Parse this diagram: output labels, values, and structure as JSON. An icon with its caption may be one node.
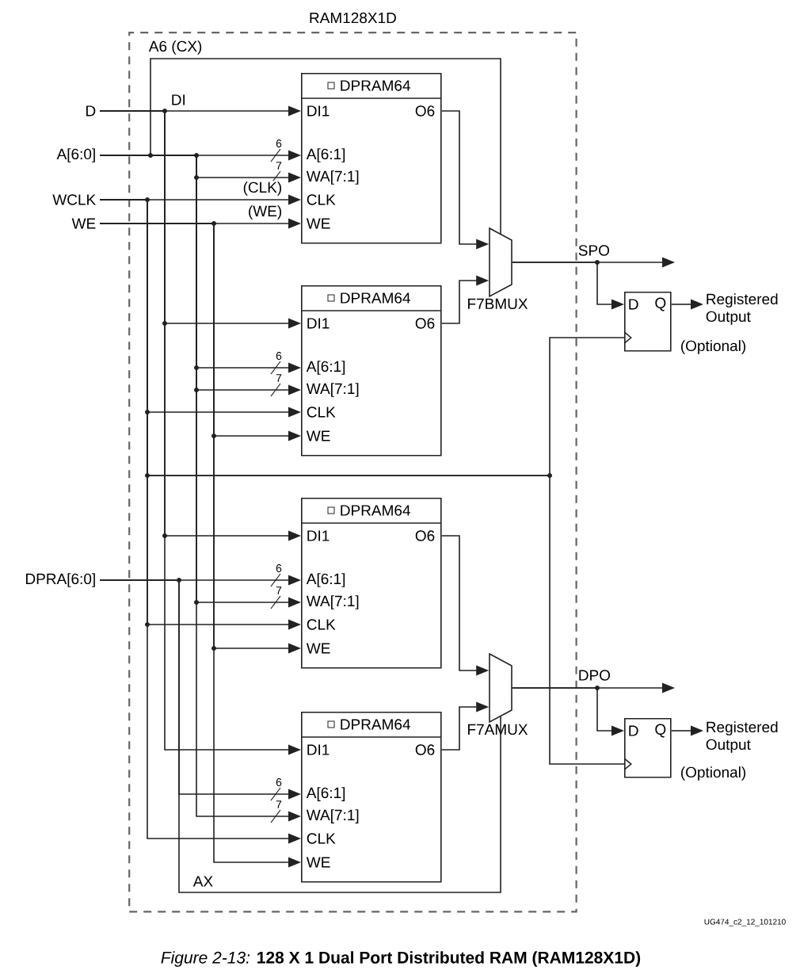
{
  "diagram": {
    "caption": "*Figure 2-13:*  **128 X 1 Dual Port Distributed RAM (RAM128X1D)**",
    "nodes": [
      {
        "text": [
          "RAM128X1D"
        ]
      },
      {
        "text": [
          "D"
        ]
      },
      {
        "text": [
          "A[6:0]"
        ]
      },
      {
        "text": [
          "WCLK"
        ]
      },
      {
        "text": [
          "WE"
        ]
      },
      {
        "text": [
          "DPRAM64",
          "DI1",
          "A[6:1]",
          "WA[7:1]",
          "CLK",
          "WE",
          "O6"
        ],
        "in": 0
      },
      {
        "text": [
          "DPRAM64",
          "DI1",
          "A[6:1]",
          "WA[7:1]",
          "CLK",
          "WE",
          "O6"
        ],
        "in": 0
      },
      {
        "text": [
          "F7BMUX"
        ],
        "in": 0
      },
      {
        "text": [
          "D",
          "Q"
        ],
        "beside": [
          "(Optional)"
        ]
      },
      {
        "text": [
          "Registered Output"
        ]
      },
      {
        "text": [
          "DPRA[6:0]"
        ]
      },
      {
        "text": [
          "DPRAM64",
          "DI1",
          "A[6:1]",
          "WA[7:1]",
          "CLK",
          "WE",
          "O6"
        ],
        "in": 0
      },
      {
        "text": [
          "DPRAM64",
          "DI1",
          "A[6:1]",
          "WA[7:1]",
          "CLK",
          "WE",
          "O6"
        ],
        "in": 0
      },
      {
        "text": [
          "F7AMUX"
        ],
        "in": 0
      },
      {
        "text": [
          "D",
          "Q"
        ],
        "beside": [
          "(Optional)"
        ]
      },
      {
        "text": [
          "Registered Output"
        ]
      }
    ],
    "edges": [
      {
        "from": 1,
        "to": 5,
        "arrow": "to",
        "label": "DI"
      },
      {
        "from": 1,
        "to": 6,
        "arrow": "to"
      },
      {
        "from": 1,
        "to": 11,
        "arrow": "to"
      },
      {
        "from": 1,
        "to": 12,
        "arrow": "to"
      },
      {
        "from": 2,
        "to": 5,
        "arrow": "to"
      },
      {
        "from": 2,
        "to": 5,
        "arrow": "to"
      },
      {
        "from": 2,
        "to": 6,
        "arrow": "to"
      },
      {
        "from": 2,
        "to": 6,
        "arrow": "to"
      },
      {
        "from": 2,
        "to": 11,
        "arrow": "to"
      },
      {
        "from": 2,
        "to": 12,
        "arrow": "to"
      },
      {
        "from": 2,
        "to": 7,
        "arrow": "none",
        "label": "A6 (CX)"
      },
      {
        "from": 3,
        "to": 5,
        "arrow": "to",
        "label": "(CLK)"
      },
      {
        "from": 3,
        "to": 6,
        "arrow": "to"
      },
      {
        "from": 3,
        "to": 11,
        "arrow": "to"
      },
      {
        "from": 3,
        "to": 12,
        "arrow": "to"
      },
      {
        "from": 3,
        "to": 8,
        "arrow": "to"
      },
      {
        "from": 3,
        "to": 14,
        "arrow": "to"
      },
      {
        "from": 4,
        "to": 5,
        "arrow": "to",
        "label": "(WE)"
      },
      {
        "from": 4,
        "to": 6,
        "arrow": "to"
      },
      {
        "from": 4,
        "to": 11,
        "arrow": "to"
      },
      {
        "from": 4,
        "to": 12,
        "arrow": "to"
      },
      {
        "from": 10,
        "to": 11,
        "arrow": "to"
      },
      {
        "from": 10,
        "to": 12,
        "arrow": "to"
      },
      {
        "from": 10,
        "to": 13,
        "arrow": "none",
        "label": "AX"
      },
      {
        "from": 5,
        "to": 7,
        "arrow": "to"
      },
      {
        "from": 6,
        "to": 7,
        "arrow": "to"
      },
      {
        "from": 11,
        "to": 13,
        "arrow": "to"
      },
      {
        "from": 12,
        "to": 13,
        "arrow": "to"
      },
      {
        "from": 7,
        "to": null,
        "arrow": "to",
        "label": "SPO"
      },
      {
        "from": 7,
        "to": 8,
        "arrow": "to"
      },
      {
        "from": 8,
        "to": 9,
        "arrow": "to"
      },
      {
        "from": 13,
        "to": null,
        "arrow": "to",
        "label": "DPO"
      },
      {
        "from": 13,
        "to": 14,
        "arrow": "to"
      },
      {
        "from": 14,
        "to": 15,
        "arrow": "to"
      }
    ],
    "labels": [
      "6",
      "7",
      "6",
      "7",
      "6",
      "7",
      "6",
      "7",
      "UG474_c2_12_101210"
    ]
  }
}
